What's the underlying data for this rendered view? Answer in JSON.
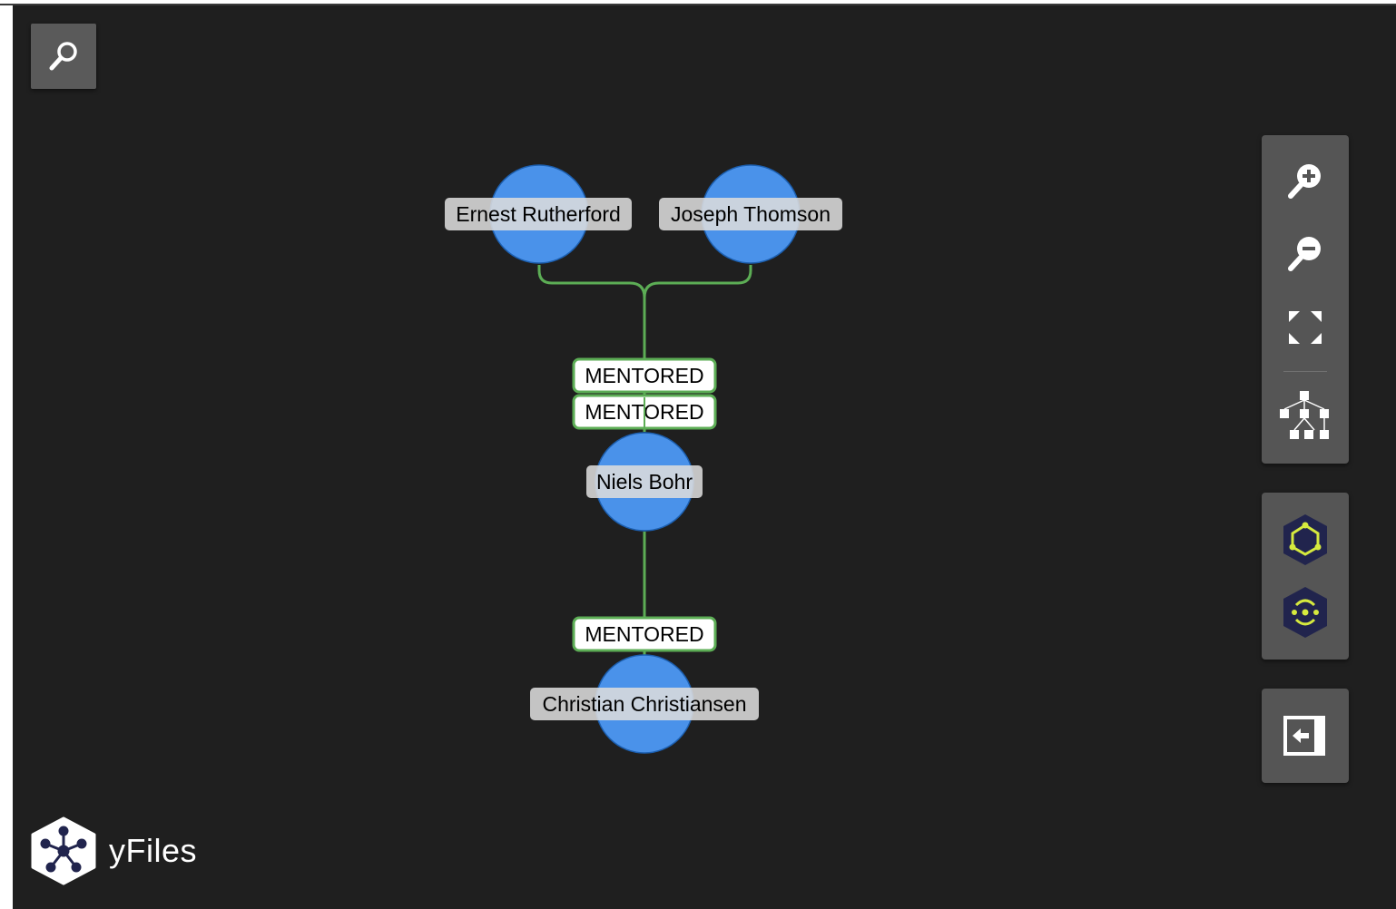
{
  "graph": {
    "nodes": [
      {
        "id": "n1",
        "label": "Ernest Rutherford"
      },
      {
        "id": "n2",
        "label": "Joseph Thomson"
      },
      {
        "id": "n3",
        "label": "Niels Bohr"
      },
      {
        "id": "n4",
        "label": "Christian Christiansen"
      }
    ],
    "edges": [
      {
        "from": "n1",
        "to": "n3",
        "label": "MENTORED"
      },
      {
        "from": "n2",
        "to": "n3",
        "label": "MENTORED"
      },
      {
        "from": "n3",
        "to": "n4",
        "label": "MENTORED"
      }
    ]
  },
  "colors": {
    "node_fill": "#4a92ea",
    "edge": "#5cad55",
    "background": "#1f1f1f",
    "toolbar": "#555555"
  },
  "toolbar": {
    "search": "search-icon",
    "zoom_in": "zoom-in-icon",
    "zoom_out": "zoom-out-icon",
    "fit": "fit-content-icon",
    "layout": "hierarchic-layout-icon",
    "neo4j_expand": "neo4j-expand-icon",
    "neo4j_collapse": "neo4j-collapse-icon",
    "toggle_panel": "toggle-sidebar-icon"
  },
  "brand": {
    "name": "yFiles"
  }
}
